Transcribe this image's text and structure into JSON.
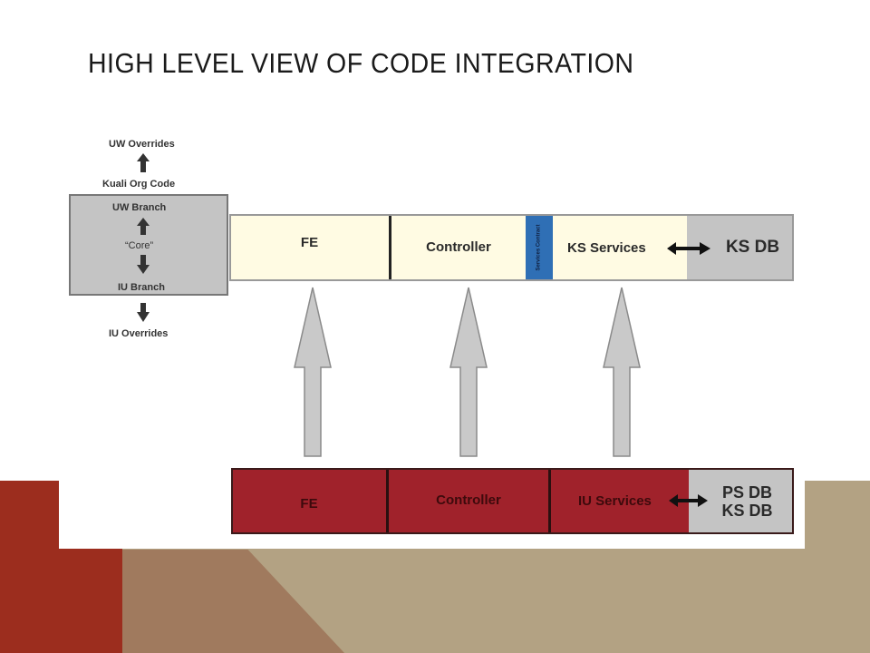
{
  "slide": {
    "title": "HIGH LEVEL VIEW OF CODE INTEGRATION"
  },
  "diagram": {
    "left_stack": {
      "uw_overrides": "UW Overrides",
      "kuali_org_code": "Kuali Org Code",
      "uw_branch": "UW Branch",
      "core": "“Core”",
      "iu_branch": "IU Branch",
      "iu_overrides": "IU Overrides"
    },
    "top_row": {
      "fe": "FE",
      "controller": "Controller",
      "services_contract": "Services Contract",
      "ks_services": "KS Services",
      "db": "KS DB"
    },
    "bottom_row": {
      "fe": "FE",
      "controller": "Controller",
      "iu_services": "IU Services",
      "db_line1": "PS DB",
      "db_line2": "KS DB"
    }
  },
  "colors": {
    "cream": "#fffbe3",
    "maroon": "#a0222b",
    "grey": "#c4c4c4",
    "blue": "#2f6fb5",
    "tan": "#b3a283",
    "rust": "#9c2d1e"
  }
}
